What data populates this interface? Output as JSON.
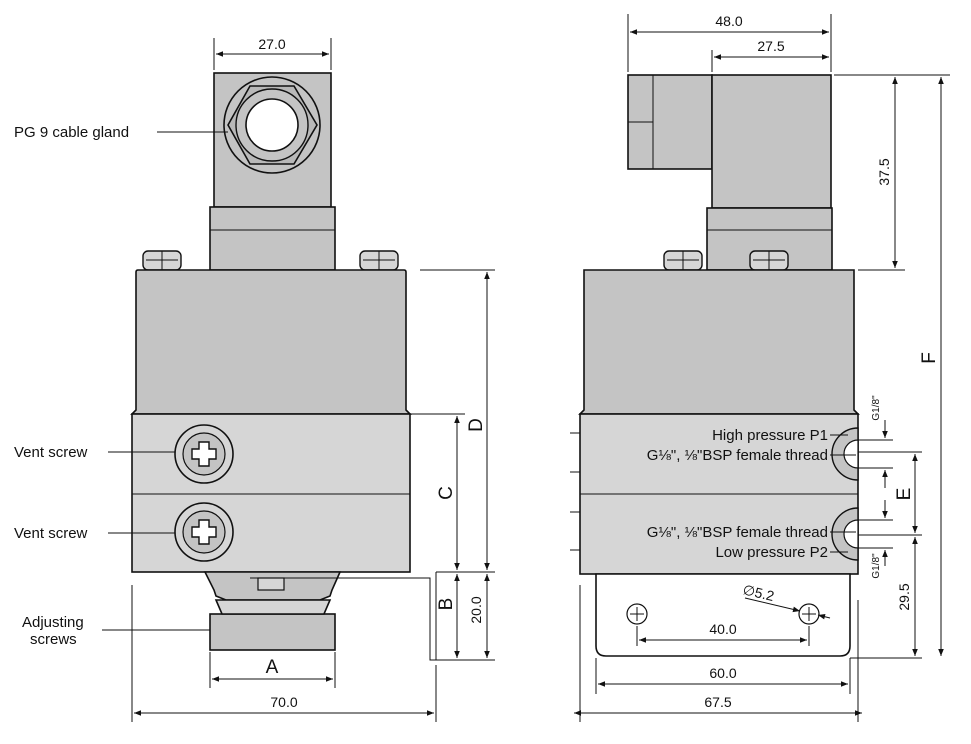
{
  "colors": {
    "body_fill": "#c4c4c4",
    "block_fill": "#d6d6d6",
    "line": "#111111",
    "background": "#ffffff"
  },
  "callouts": {
    "cable_gland": "PG 9 cable gland",
    "vent_screw_1": "Vent screw",
    "vent_screw_2": "Vent screw",
    "adjusting_line1": "Adjusting",
    "adjusting_line2": "screws",
    "high_pressure": "High pressure P1",
    "thread_1": "G⅛\", ⅛\"BSP female thread",
    "thread_2": "G⅛\", ⅛\"BSP female thread",
    "low_pressure": "Low pressure P2"
  },
  "dimensions": {
    "front_top_width": "27.0",
    "front_total_width": "70.0",
    "front_A": "A",
    "front_B": "B",
    "front_C": "C",
    "front_D": "D",
    "front_20": "20.0",
    "side_total_top": "48.0",
    "side_connector": "27.5",
    "side_height_37": "37.5",
    "side_F": "F",
    "side_E": "E",
    "side_29": "29.5",
    "side_g18_top": "G1/8\"",
    "side_g18_bottom": "G1/8\"",
    "side_hole_dia": "∅5.2",
    "side_hole_spacing": "40.0",
    "side_base_width": "60.0",
    "side_total_width": "67.5"
  },
  "icons": [
    "cable-gland-icon",
    "vent-screw-icon",
    "port-icon",
    "mounting-hole-icon"
  ]
}
